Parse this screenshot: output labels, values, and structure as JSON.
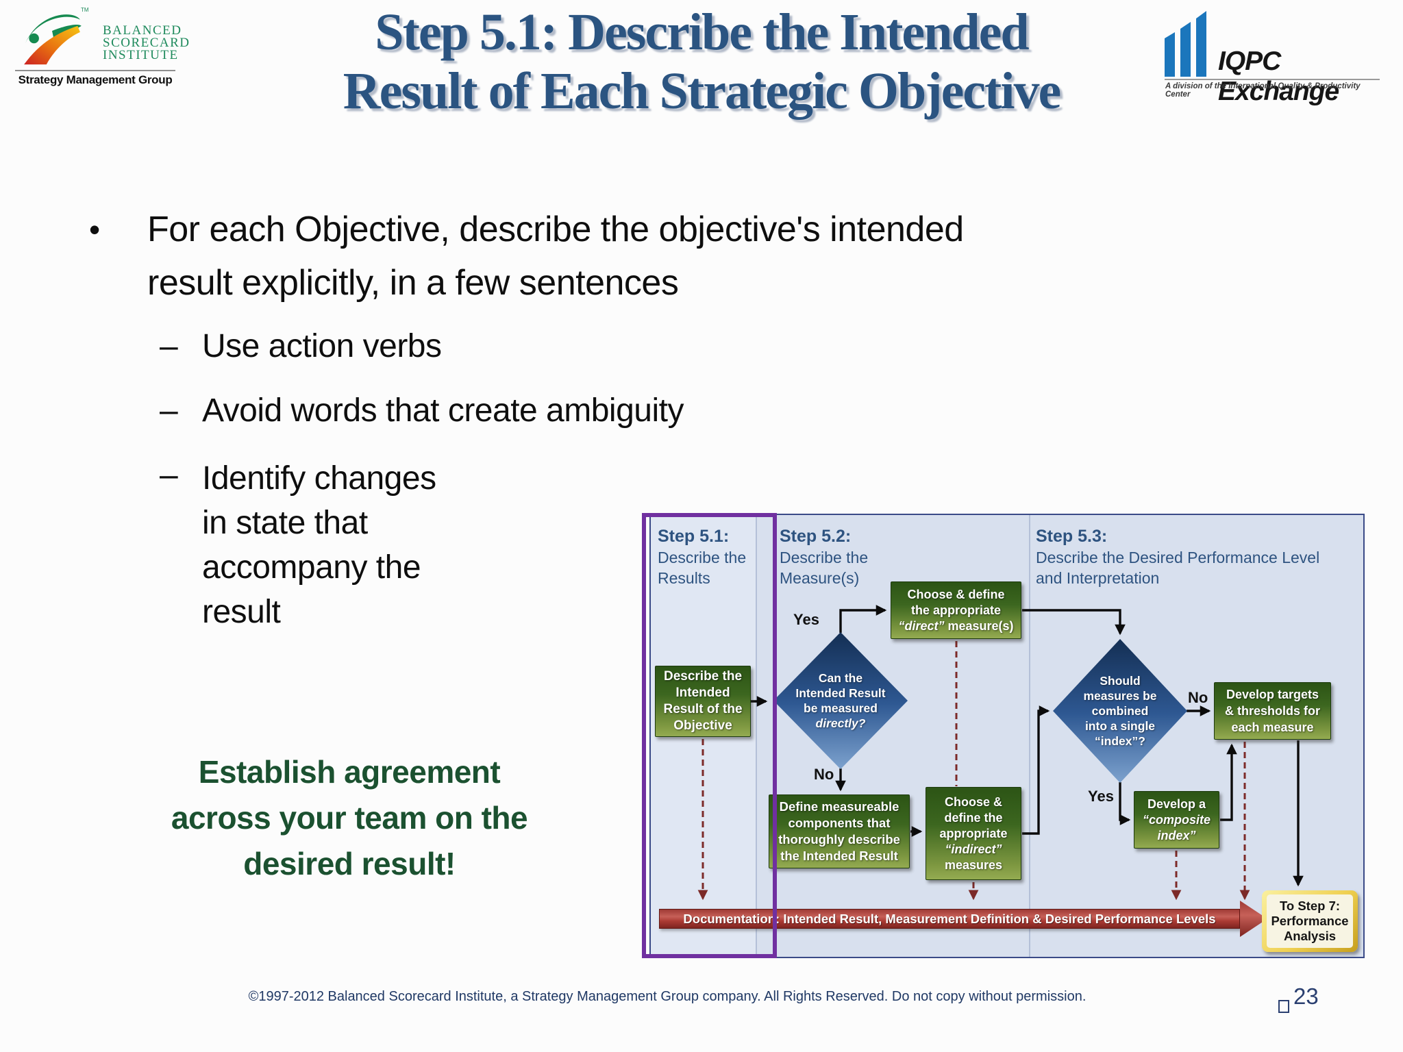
{
  "slide": {
    "title_lines": [
      "Step 5.1: Describe the Intended",
      "Result of Each Strategic Objective"
    ],
    "copyright": "©1997-2012 Balanced Scorecard Institute, a Strategy Management Group company. All Rights Reserved. Do not copy without permission.",
    "page_number": "23"
  },
  "logos": {
    "bsi": {
      "tm": "TM",
      "name_lines": [
        "BALANCED",
        "SCORECARD",
        "INSTITUTE"
      ],
      "subtitle": "Strategy Management Group"
    },
    "iqpc": {
      "name": "IQPC Exchange",
      "subtitle": "A division of the International Quality & Productivity Center"
    }
  },
  "bullets": {
    "marker": "•",
    "dash": "–",
    "main_lines": [
      "For each Objective, describe the objective's intended",
      "result explicitly, in a few sentences"
    ],
    "sub1": "Use action verbs",
    "sub2": "Avoid words that create ambiguity",
    "sub3_lines": [
      "Identify changes",
      "in state that",
      "accompany the",
      "result"
    ]
  },
  "callout_lines": [
    "Establish agreement",
    "across your team on the",
    "desired result!"
  ],
  "flowchart": {
    "headers": {
      "col1_step": "Step 5.1:",
      "col1_lines": [
        "Describe the",
        "Results"
      ],
      "col2_step": "Step 5.2:",
      "col2_lines": [
        "Describe the",
        "Measure(s)"
      ],
      "col3_step": "Step 5.3:",
      "col3_lines": [
        "Describe the Desired Performance Level",
        "and Interpretation"
      ]
    },
    "labels": {
      "yes1": "Yes",
      "no1": "No",
      "no2": "No",
      "yes2": "Yes"
    },
    "nodes": {
      "describe": {
        "lines": [
          "Describe the",
          "Intended",
          "Result of the",
          "Objective"
        ]
      },
      "diamond1": {
        "lines": [
          "Can the",
          "Intended Result",
          "be measured"
        ],
        "italic": "directly?"
      },
      "direct": {
        "lines": [
          "Choose & define",
          "the appropriate"
        ],
        "l3_italic": "“direct”",
        "l3_rest": " measure(s)"
      },
      "define": {
        "lines": [
          "Define measureable",
          "components that",
          "thoroughly describe",
          "the Intended Result"
        ]
      },
      "indirect": {
        "lines": [
          "Choose &",
          "define the",
          "appropriate"
        ],
        "italic": "“indirect”",
        "last": "measures"
      },
      "diamond2": {
        "lines": [
          "Should",
          "measures be",
          "combined",
          "into a single",
          "“index”?"
        ]
      },
      "targets": {
        "lines": [
          "Develop targets",
          "& thresholds for",
          "each measure"
        ]
      },
      "composite": {
        "first": "Develop a",
        "italic_lines": [
          "“composite",
          "index”"
        ]
      },
      "step7": {
        "lines": [
          "To Step 7:",
          "Performance",
          "Analysis"
        ]
      }
    },
    "banner": "Documentation: Intended Result, Measurement Definition & Desired Performance Levels"
  }
}
